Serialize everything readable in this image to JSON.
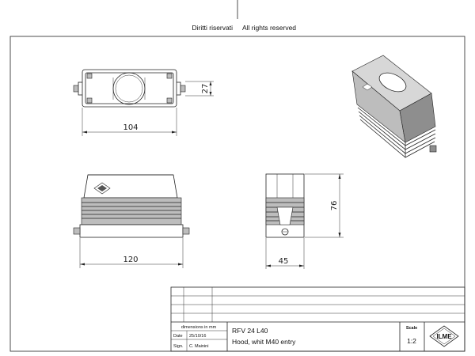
{
  "header": {
    "rights_it": "Diritti riservati",
    "rights_en": "All rights reserved"
  },
  "dimensions": {
    "top_width": "104",
    "top_height": "27",
    "front_width": "120",
    "side_width": "45",
    "side_height": "76"
  },
  "title_block": {
    "units_note": "dimensions in mm",
    "date_label": "Date",
    "date_value": "25/10/16",
    "sign_label": "Sign.",
    "sign_value": "C. Mainini",
    "part_code": "RFV 24 L40",
    "part_desc": "Hood, whit M40 entry",
    "scale_label": "Scale",
    "scale_value": "1:2",
    "logo_text": "ILME"
  },
  "colors": {
    "line": "#222222",
    "grey": "#bdbdbd",
    "grey_dark": "#8e8e8e"
  }
}
